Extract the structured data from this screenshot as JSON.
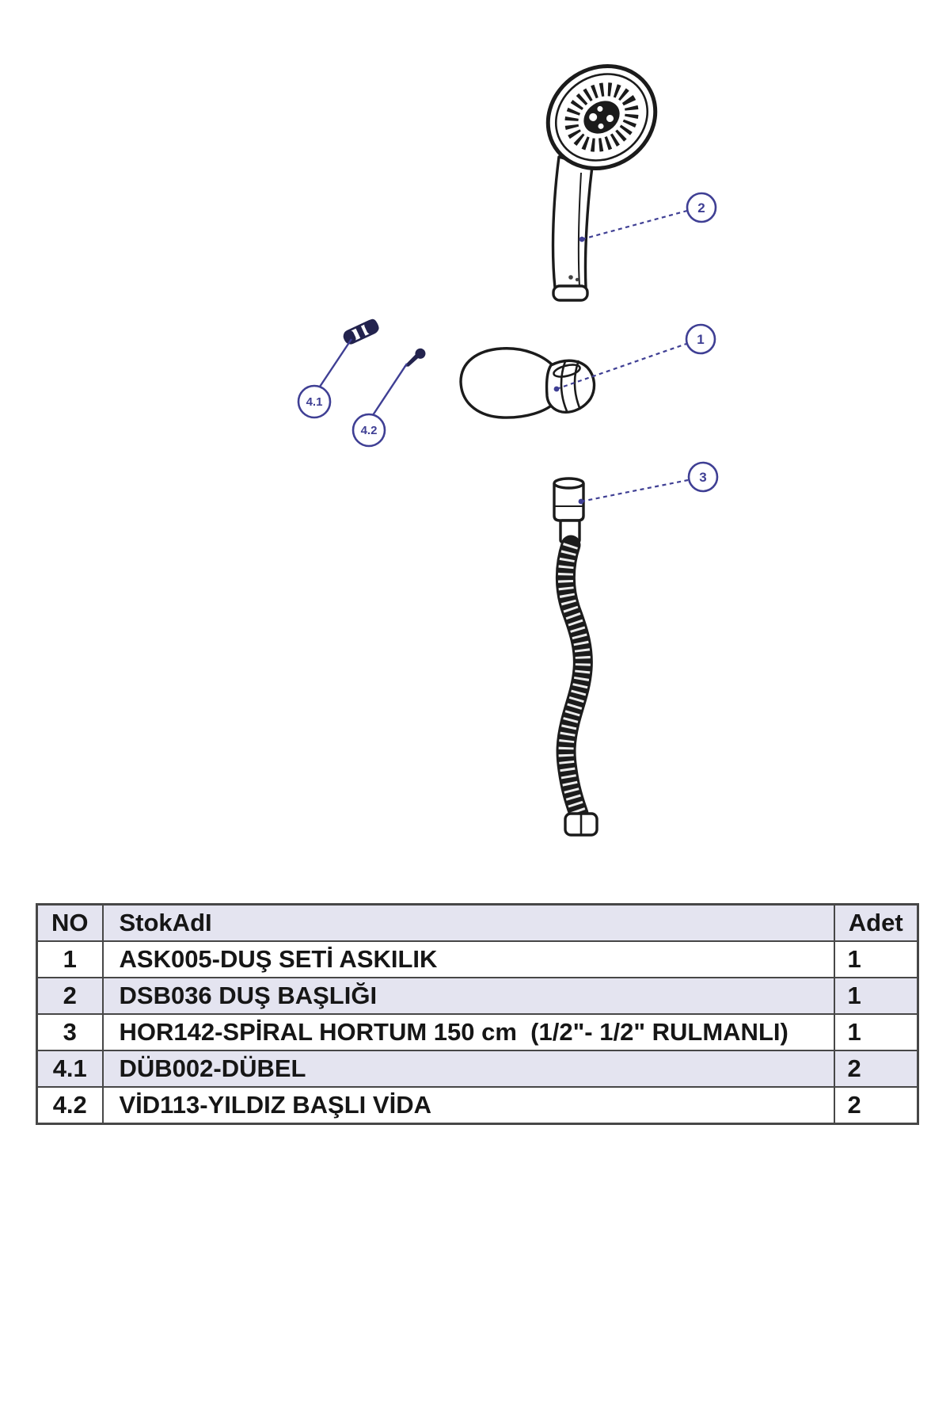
{
  "colors": {
    "accent": "#3f3f94",
    "ink": "#1b1b1b",
    "partInk": "#23234e",
    "rowAlt": "#e4e4f0",
    "tableBorder": "#474747",
    "tableText": "#161616",
    "pageBg": "#ffffff"
  },
  "diagram": {
    "callouts": {
      "c1": "1",
      "c2": "2",
      "c3": "3",
      "c41": "4.1",
      "c42": "4.2"
    }
  },
  "table": {
    "columns": {
      "no": "NO",
      "name": "StokAdI",
      "qty": "Adet"
    },
    "rows": [
      {
        "no": "1",
        "name": "ASK005-DUŞ SETİ ASKILIK",
        "qty": "1"
      },
      {
        "no": "2",
        "name": "DSB036 DUŞ BAŞLIĞI",
        "qty": "1"
      },
      {
        "no": "3",
        "name": "HOR142-SPİRAL HORTUM 150 cm  (1/2\"- 1/2\" RULMANLI)",
        "qty": "1"
      },
      {
        "no": "4.1",
        "name": "DÜB002-DÜBEL",
        "qty": "2"
      },
      {
        "no": "4.2",
        "name": "VİD113-YILDIZ BAŞLI VİDA",
        "qty": "2"
      }
    ]
  }
}
